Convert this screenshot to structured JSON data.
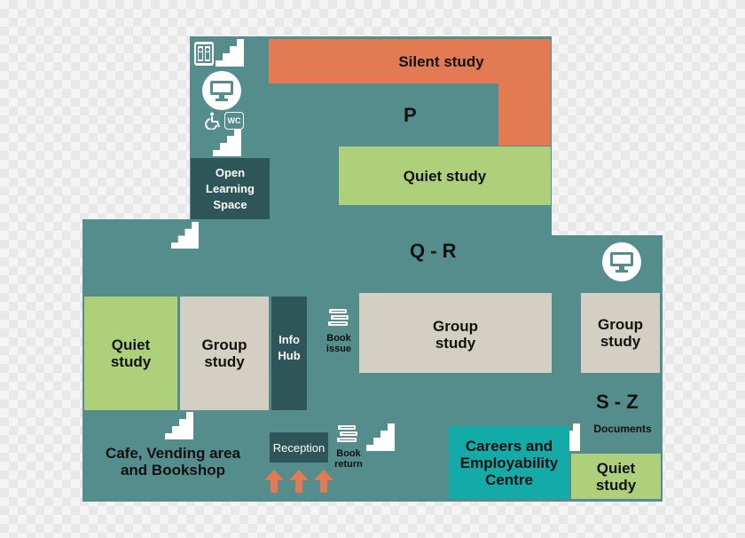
{
  "sections": {
    "p": "P",
    "q_r": "Q - R",
    "s_z": "S - Z"
  },
  "zones": {
    "silent_study": "Silent study",
    "quiet_study_top": "Quiet study",
    "open_learning": "Open Learning Space",
    "quiet_study_left": "Quiet study",
    "group_study_left": "Group study",
    "info_hub": "Info Hub",
    "group_study_center": "Group study",
    "group_study_right": "Group study",
    "reception": "Reception",
    "careers": "Careers and Employability Centre",
    "quiet_study_bottom": "Quiet study"
  },
  "labels": {
    "book_issue": "Book issue",
    "book_return": "Book return",
    "documents": "Documents",
    "cafe": "Cafe, Vending area and Bookshop",
    "wc": "WC"
  },
  "icons": [
    "lift-icon",
    "stairs-icon",
    "computer-icon",
    "wheelchair-icon",
    "wc-icon",
    "books-icon",
    "entrance-arrow-icon"
  ],
  "colors": {
    "floor": "#558c8c",
    "silent_study": "#e27a54",
    "quiet_study": "#aed07a",
    "group_study": "#d4cfc3",
    "dark_room": "#2e5557",
    "careers": "#13aaa8",
    "entrance_arrows": "#e27a54"
  }
}
